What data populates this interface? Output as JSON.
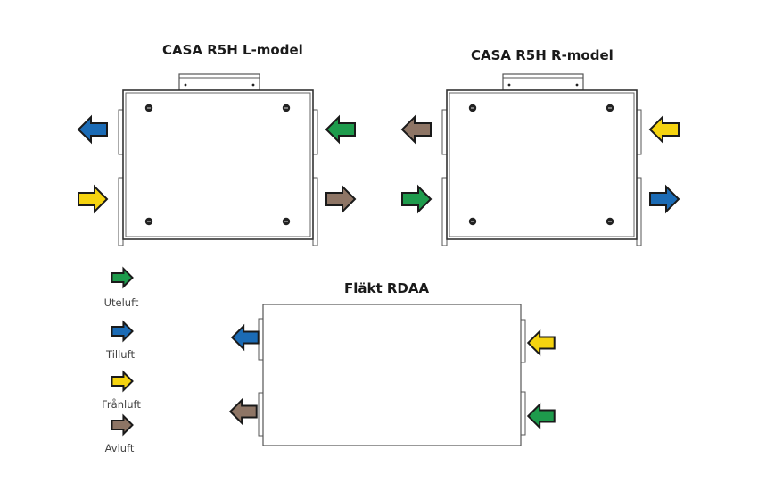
{
  "colors": {
    "uteluft": "#1e9b4c",
    "tilluft": "#1b6bb5",
    "franluft": "#f5d30f",
    "avluft": "#8e7565",
    "outline": "#1a1a1a",
    "unit_stroke": "#555555"
  },
  "units": [
    {
      "id": "l-model",
      "title": "CASA R5H L-model",
      "type": "casa",
      "ports": {
        "left_top": {
          "flow": "tilluft",
          "direction": "left"
        },
        "left_bottom": {
          "flow": "franluft",
          "direction": "right"
        },
        "right_top": {
          "flow": "uteluft",
          "direction": "left"
        },
        "right_bottom": {
          "flow": "avluft",
          "direction": "right"
        }
      }
    },
    {
      "id": "r-model",
      "title": "CASA R5H R-model",
      "type": "casa",
      "ports": {
        "left_top": {
          "flow": "avluft",
          "direction": "left"
        },
        "left_bottom": {
          "flow": "uteluft",
          "direction": "right"
        },
        "right_top": {
          "flow": "franluft",
          "direction": "left"
        },
        "right_bottom": {
          "flow": "tilluft",
          "direction": "right"
        }
      }
    },
    {
      "id": "rdaa",
      "title": "Fläkt RDAA",
      "type": "flakt",
      "ports": {
        "left_top": {
          "flow": "tilluft",
          "direction": "left"
        },
        "left_bottom": {
          "flow": "avluft",
          "direction": "left"
        },
        "right_top": {
          "flow": "franluft",
          "direction": "left"
        },
        "right_bottom": {
          "flow": "uteluft",
          "direction": "left"
        }
      }
    }
  ],
  "legend": [
    {
      "flow": "uteluft",
      "label": "Uteluft"
    },
    {
      "flow": "tilluft",
      "label": "Tilluft"
    },
    {
      "flow": "franluft",
      "label": "Frånluft"
    },
    {
      "flow": "avluft",
      "label": "Avluft"
    }
  ]
}
